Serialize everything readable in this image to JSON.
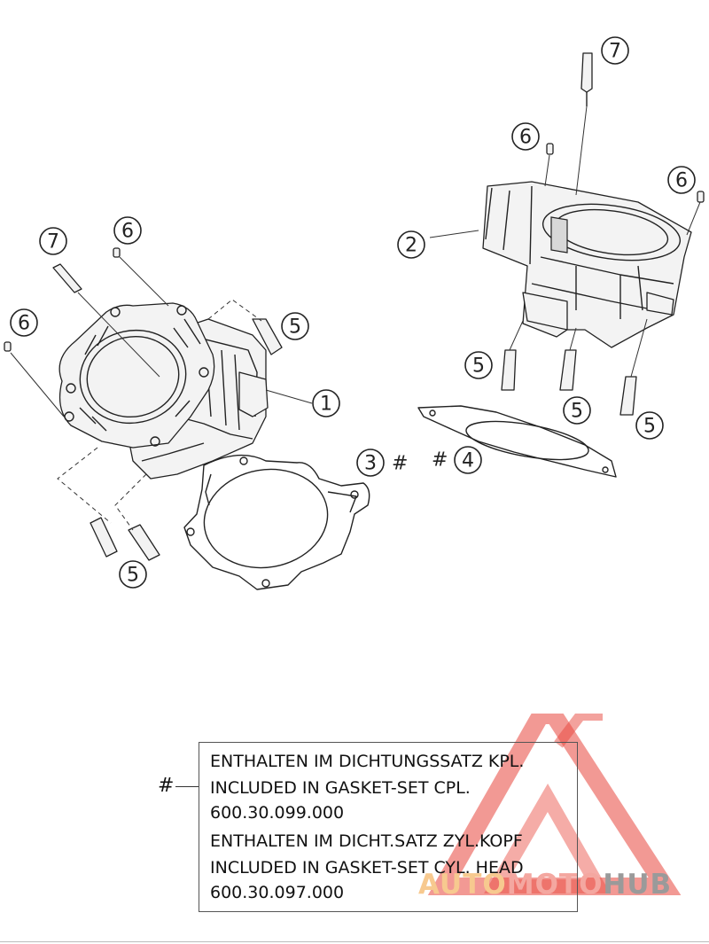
{
  "callouts": {
    "c1": "1",
    "c2": "2",
    "c3": "3",
    "c4": "4",
    "c5a": "5",
    "c5b": "5",
    "c5c": "5",
    "c5d": "5",
    "c5e": "5",
    "c6a": "6",
    "c6b": "6",
    "c6c": "6",
    "c6d": "6",
    "c7a": "7",
    "c7b": "7"
  },
  "hash_marks": {
    "gasket_3": "#",
    "gasket_4": "#",
    "note": "#"
  },
  "note": {
    "line1": "ENTHALTEN IM DICHTUNGSSATZ KPL.",
    "line2": "INCLUDED IN GASKET-SET CPL.",
    "line3": "600.30.099.000",
    "line4": "ENTHALTEN IM DICHT.SATZ ZYL.KOPF",
    "line5": "INCLUDED IN GASKET-SET CYL. HEAD",
    "line6": "600.30.097.000"
  },
  "watermark": {
    "auto": "AUTO",
    "moto": "MOTO",
    "hub": "HUB"
  },
  "colors": {
    "line": "#222222",
    "wm_red": "#e8463c",
    "wm_orange": "#f7c98f",
    "wm_gray": "#9a9a9a"
  }
}
